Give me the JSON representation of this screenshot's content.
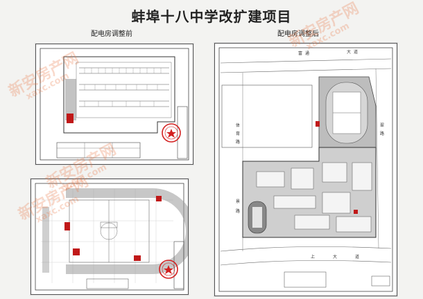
{
  "page": {
    "title": "蚌埠十八中学改扩建项目",
    "before_caption": "配电房调整前",
    "after_caption": "配电房调整后"
  },
  "after_plan": {
    "road_labels": [
      "富",
      "通",
      "大",
      "道",
      "体",
      "育",
      "路",
      "翠",
      "路",
      "景",
      "路",
      "上",
      "大",
      "道"
    ]
  },
  "watermark": {
    "brand": "新安房产网",
    "domain": "xaxc.com"
  },
  "colors": {
    "stamp_red": "#d32020",
    "drawing_ink": "#333333",
    "highlight_red": "#c01818"
  }
}
